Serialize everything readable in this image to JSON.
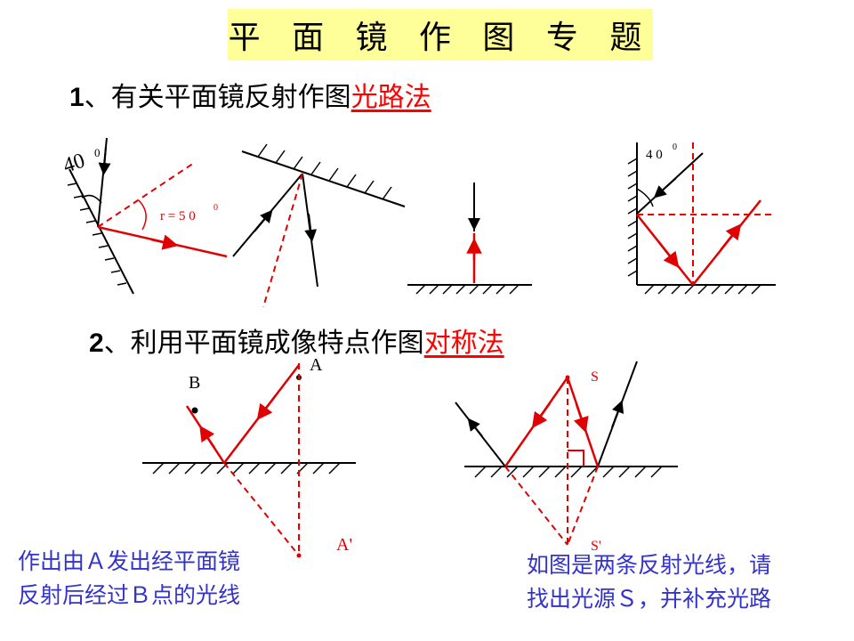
{
  "title": "平 面 镜 作 图 专 题",
  "section1": {
    "number": "1",
    "text": "、有关平面镜反射作图",
    "method": "光路法"
  },
  "section2": {
    "number": "2",
    "text": "、利用平面镜成像特点作图",
    "method": "对称法"
  },
  "figures": {
    "fig1": {
      "incident_angle": "40",
      "angle_sup": "0",
      "reflect_angle": "r = 5 0",
      "reflect_sup": "0"
    },
    "fig4": {
      "angle": "4 0",
      "angle_sup": "0"
    },
    "fig5": {
      "point_a": "A",
      "point_b": "B",
      "image_a": "A'"
    },
    "fig6": {
      "source": "S",
      "image": "S'"
    }
  },
  "notes": {
    "left_line1": "作出由Ａ发出经平面镜",
    "left_line2": "反射后经过Ｂ点的光线",
    "right_line1": "如图是两条反射光线，请",
    "right_line2": "找出光源Ｓ，并补充光路"
  },
  "colors": {
    "ray": "#e00000",
    "title_bg": "#ffff99",
    "note_text": "#3333cc"
  }
}
